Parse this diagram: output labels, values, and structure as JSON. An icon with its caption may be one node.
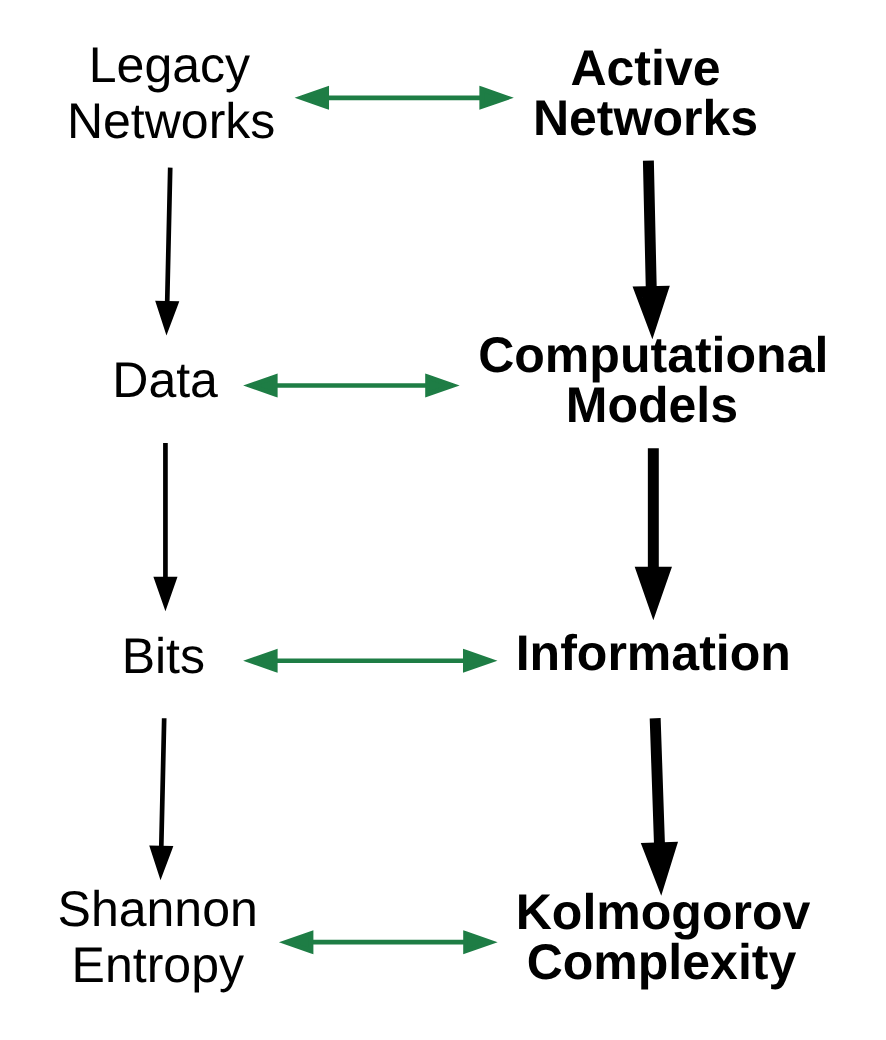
{
  "diagram": {
    "nodes": [
      {
        "text": [
          "Legacy Networks"
        ]
      },
      {
        "text": [
          "Active Networks"
        ]
      },
      {
        "text": [
          "Data"
        ]
      },
      {
        "text": [
          "Computational Models"
        ]
      },
      {
        "text": [
          "Bits"
        ]
      },
      {
        "text": [
          "Information"
        ]
      },
      {
        "text": [
          "Shannon Entropy"
        ]
      },
      {
        "text": [
          "Kolmogorov Complexity"
        ]
      }
    ],
    "edges": [
      {
        "from": 0,
        "to": 1,
        "arrow": "both",
        "color": "#1e7d45"
      },
      {
        "from": 0,
        "to": 2,
        "arrow": "to"
      },
      {
        "from": 1,
        "to": 3,
        "arrow": "to",
        "style": "thick"
      },
      {
        "from": 2,
        "to": 3,
        "arrow": "both",
        "color": "#1e7d45"
      },
      {
        "from": 2,
        "to": 4,
        "arrow": "to"
      },
      {
        "from": 3,
        "to": 5,
        "arrow": "to",
        "style": "thick"
      },
      {
        "from": 4,
        "to": 5,
        "arrow": "both",
        "color": "#1e7d45"
      },
      {
        "from": 4,
        "to": 6,
        "arrow": "to"
      },
      {
        "from": 5,
        "to": 7,
        "arrow": "to",
        "style": "thick"
      },
      {
        "from": 6,
        "to": 7,
        "arrow": "both",
        "color": "#1e7d45"
      }
    ]
  }
}
